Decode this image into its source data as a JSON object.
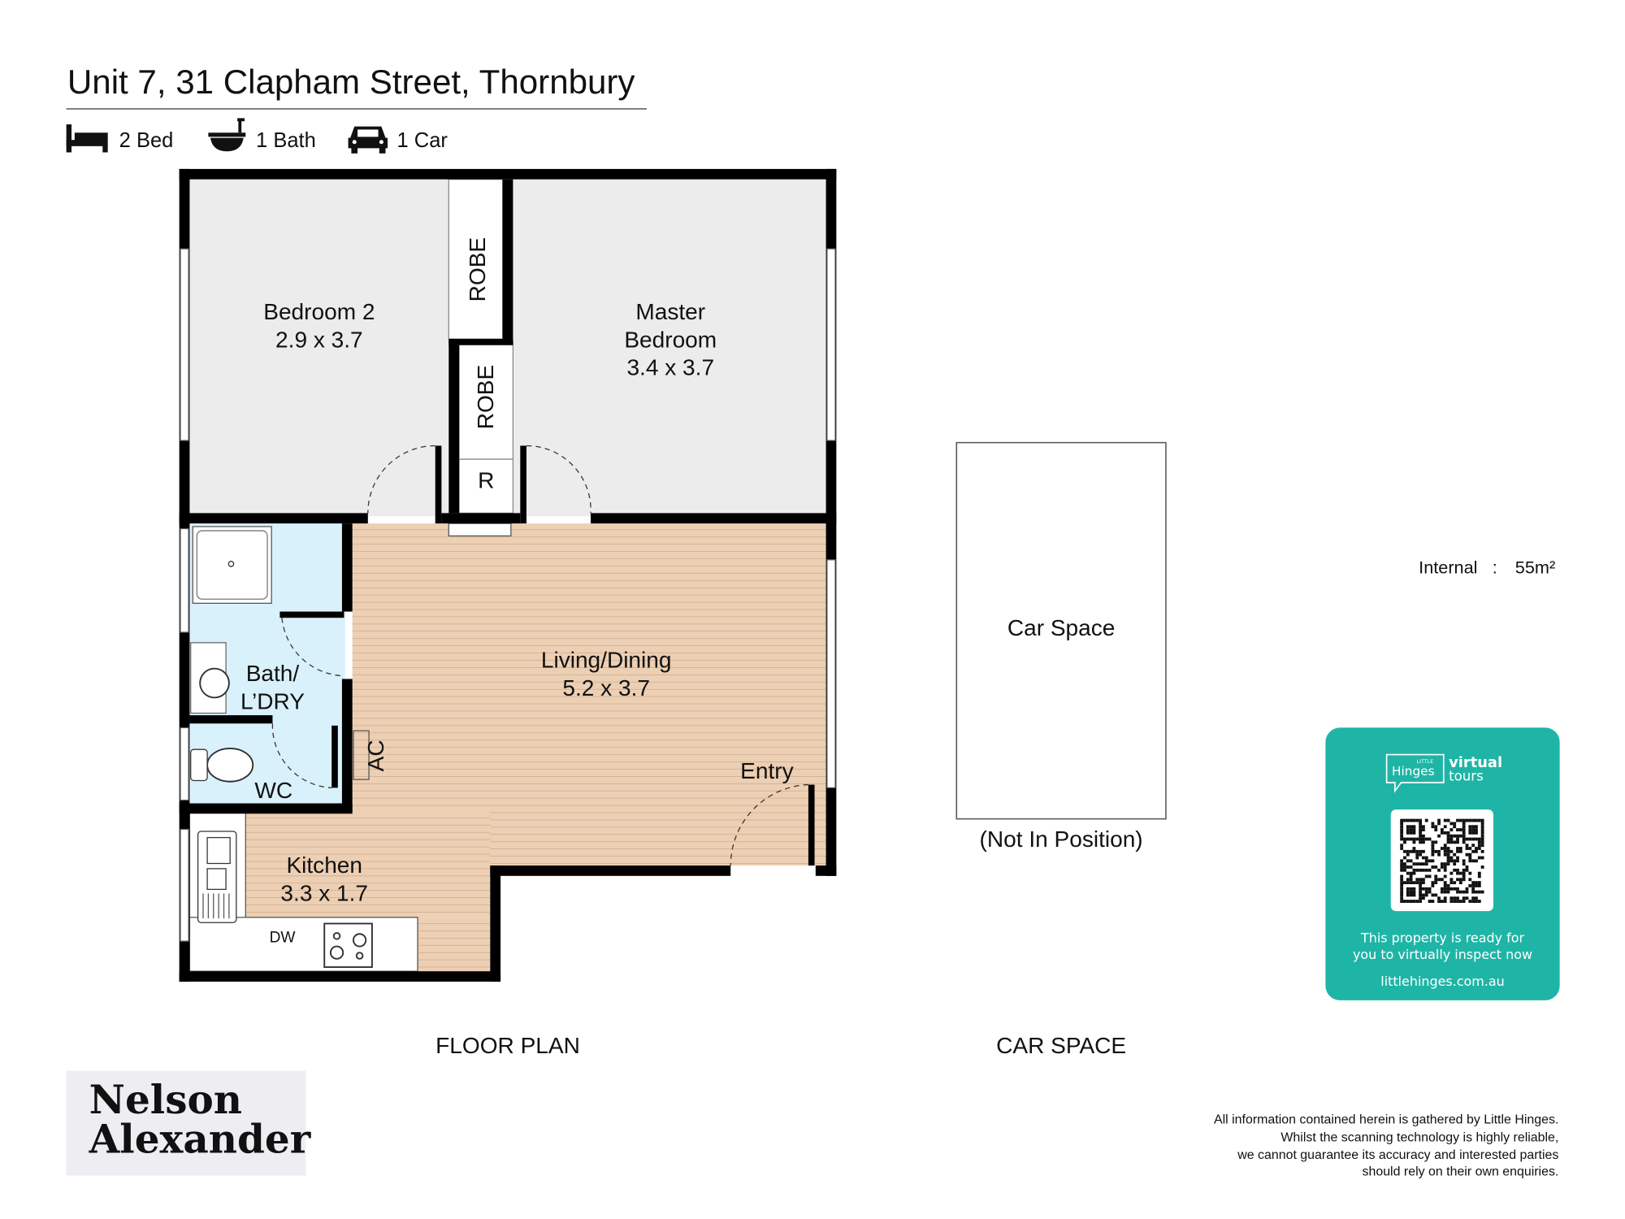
{
  "header": {
    "title": "Unit 7, 31 Clapham Street, Thornbury",
    "features": [
      {
        "icon": "bed-icon",
        "label": "2 Bed"
      },
      {
        "icon": "bath-icon",
        "label": "1 Bath"
      },
      {
        "icon": "car-icon",
        "label": "1 Car"
      }
    ]
  },
  "rooms": {
    "bedroom2": {
      "name": "Bedroom 2",
      "size": "2.9 x 3.7"
    },
    "master": {
      "name1": "Master",
      "name2": "Bedroom",
      "size": "3.4 x 3.7"
    },
    "robe1": "ROBE",
    "robe2": "ROBE",
    "r": "R",
    "living": {
      "name": "Living/Dining",
      "size": "5.2 x 3.7"
    },
    "bath": {
      "name1": "Bath/",
      "name2": "L’DRY"
    },
    "wc": "WC",
    "ac": "AC",
    "entry": "Entry",
    "kitchen": {
      "name": "Kitchen",
      "size": "3.3 x 1.7"
    },
    "dw": "DW"
  },
  "car_space": {
    "label": "Car Space",
    "note": "(Not In Position)"
  },
  "area": {
    "label": "Internal",
    "sep": ":",
    "value": "55m²"
  },
  "captions": {
    "floor_plan": "FLOOR PLAN",
    "car_space": "CAR SPACE"
  },
  "card": {
    "brand_small": "LITTLE",
    "brand": "Hinges",
    "virtual": "virtual",
    "tours": "tours",
    "line1": "This property is ready for",
    "line2": "you to virtually inspect now",
    "url": "littlehinges.com.au",
    "color": "#1fb5a6"
  },
  "logo": {
    "line1": "Nelson",
    "line2": "Alexander"
  },
  "disclaimer": [
    "All information contained herein is gathered by Little Hinges.",
    "Whilst the scanning technology is highly reliable,",
    "we cannot guarantee its accuracy and interested parties",
    "should rely on their own enquiries."
  ]
}
